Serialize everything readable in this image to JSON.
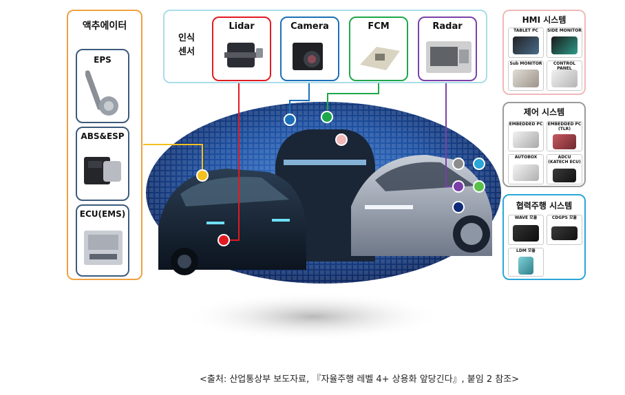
{
  "actuator": {
    "title": "액추에이터",
    "items": [
      "EPS",
      "ABS&ESP",
      "ECU(EMS)"
    ]
  },
  "sensors": {
    "group_label_line1": "인식",
    "group_label_line2": "센서",
    "items": [
      "Lidar",
      "Camera",
      "FCM",
      "Radar"
    ]
  },
  "hmi": {
    "title": "HMI 시스템",
    "items": [
      "TABLET PC",
      "SIDE MONITOR",
      "Sub MONITOR",
      "CONTROL PANEL"
    ]
  },
  "control": {
    "title": "제어 시스템",
    "items": [
      "EMBEDDED PC",
      "EMBEDDED PC (TLR)",
      "AUTOBOX",
      "ADCU (KATECH ECU)"
    ]
  },
  "coop": {
    "title": "협력주행 시스템",
    "items": [
      "WAVE 모듈",
      "CDGPS 모듈",
      "LDM 모듈"
    ]
  },
  "caption": "<출처: 산업통상부 보도자료, 『자율주행 레벨 4+ 상용화 앞당긴다』, 붙임 2 참조>",
  "colors": {
    "actuator": "#f0a040",
    "sensor_group": "#a8dde8",
    "lidar": "#e11a22",
    "camera": "#1b6fb8",
    "fcm": "#1ea64a",
    "radar": "#7a3fa8",
    "hmi": "#f0b8b8",
    "control": "#9a9a9a",
    "coop": "#2aa6d8",
    "actuator_line": "#f4c020"
  }
}
